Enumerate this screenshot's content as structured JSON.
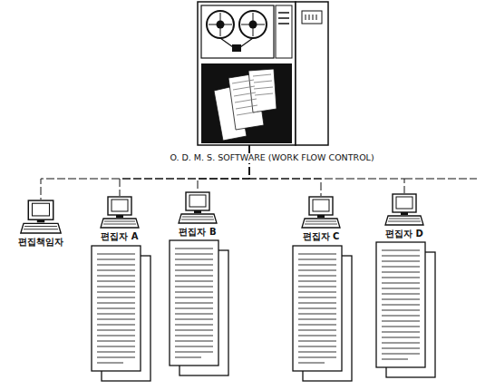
{
  "diagram": {
    "nodes": [
      {
        "text": [
          "O. D. M. S. SOFTWARE (WORK FLOW CONTROL)"
        ]
      },
      {
        "text": [
          "편집책임자"
        ]
      },
      {
        "text": [
          "편집자 A"
        ]
      },
      {
        "text": [
          "편집자 B"
        ]
      },
      {
        "text": [
          "편집자 C"
        ]
      },
      {
        "text": [
          "편집자 D"
        ]
      }
    ],
    "edges": [
      {
        "from": 0,
        "to": 1,
        "arrow": "none"
      },
      {
        "from": 0,
        "to": 2,
        "arrow": "none"
      },
      {
        "from": 0,
        "to": 3,
        "arrow": "none"
      },
      {
        "from": 0,
        "to": 4,
        "arrow": "none"
      },
      {
        "from": 0,
        "to": 5,
        "arrow": "none"
      }
    ]
  }
}
